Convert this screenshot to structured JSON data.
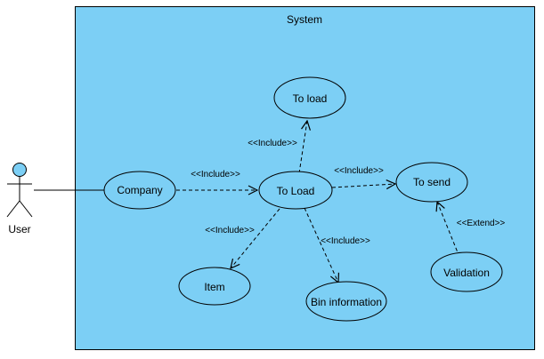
{
  "system": {
    "title": "System",
    "fill": "#7ccff5",
    "stroke": "#000000"
  },
  "actor": {
    "label": "User",
    "head_fill": "#7ccff5",
    "icon": "stick-figure-icon"
  },
  "use_cases": {
    "company": "Company",
    "to_load_main": "To Load",
    "to_load_small": "To load",
    "to_send": "To send",
    "item": "Item",
    "bin_information": "Bin information",
    "validation": "Validation"
  },
  "relations": {
    "include_to_load_small": "<<Include>>",
    "include_company_to_load": "<<Include>>",
    "include_to_send": "<<Include>>",
    "include_item": "<<Include>>",
    "include_bin": "<<Include>>",
    "extend_validation": "<<Extend>>"
  },
  "colors": {
    "ellipse_fill": "#7ccff5",
    "line": "#000000"
  }
}
